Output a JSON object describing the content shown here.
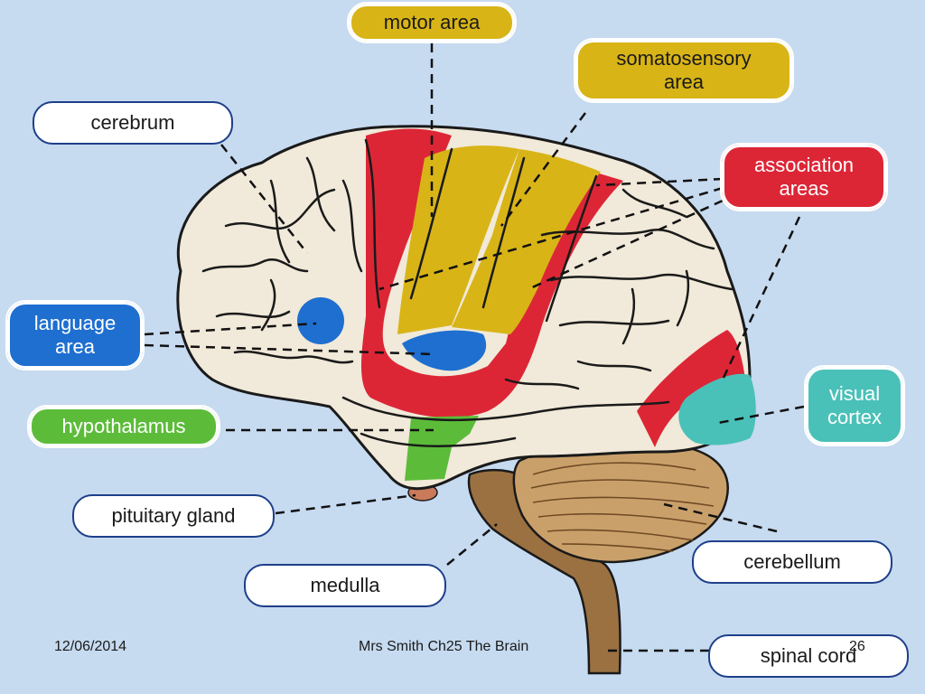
{
  "labels": {
    "motor_area": "motor area",
    "somatosensory_area": "somatosensory area",
    "cerebrum": "cerebrum",
    "association_areas": "association areas",
    "language_area": "language area",
    "hypothalamus": "hypothalamus",
    "visual_cortex": "visual cortex",
    "pituitary_gland": "pituitary gland",
    "cerebellum": "cerebellum",
    "medulla": "medulla",
    "spinal_cord": "spinal cord"
  },
  "footer": {
    "date": "12/06/2014",
    "title": "Mrs Smith Ch25 The Brain",
    "page": "26"
  },
  "colors": {
    "background": "#c6daf0",
    "brain": "#f1e9d9",
    "motor": "#d8b417",
    "association": "#dc2636",
    "language": "#1e6fd0",
    "hypothalamus": "#5cbc3a",
    "visual": "#4ac1b8",
    "cerebellum": "#caa06a",
    "brainstem": "#9b7142"
  }
}
